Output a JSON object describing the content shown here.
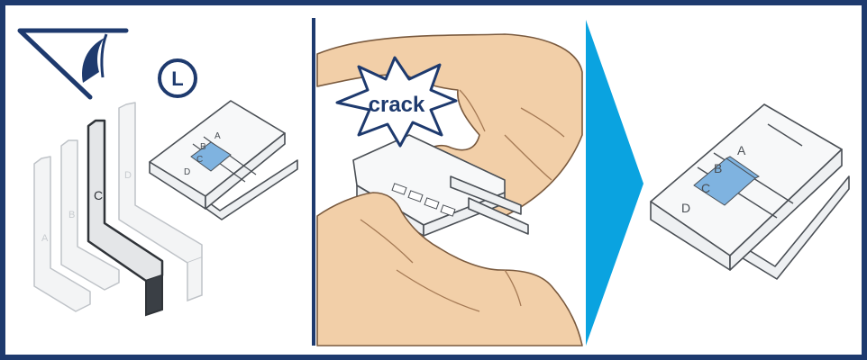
{
  "step": {
    "side_badge": "L",
    "burst_word": "crack",
    "brackets": [
      "A",
      "B",
      "C",
      "D"
    ],
    "selected_letter": "C",
    "colors": {
      "frame": "#1e3a6e",
      "arrow": "#0aa3e0",
      "highlight": "#7fb3e0",
      "skin": "#f2cfa8"
    },
    "icons": [
      "view-angle-icon",
      "side-badge-icon",
      "crack-burst-icon",
      "next-step-arrow-icon"
    ]
  }
}
